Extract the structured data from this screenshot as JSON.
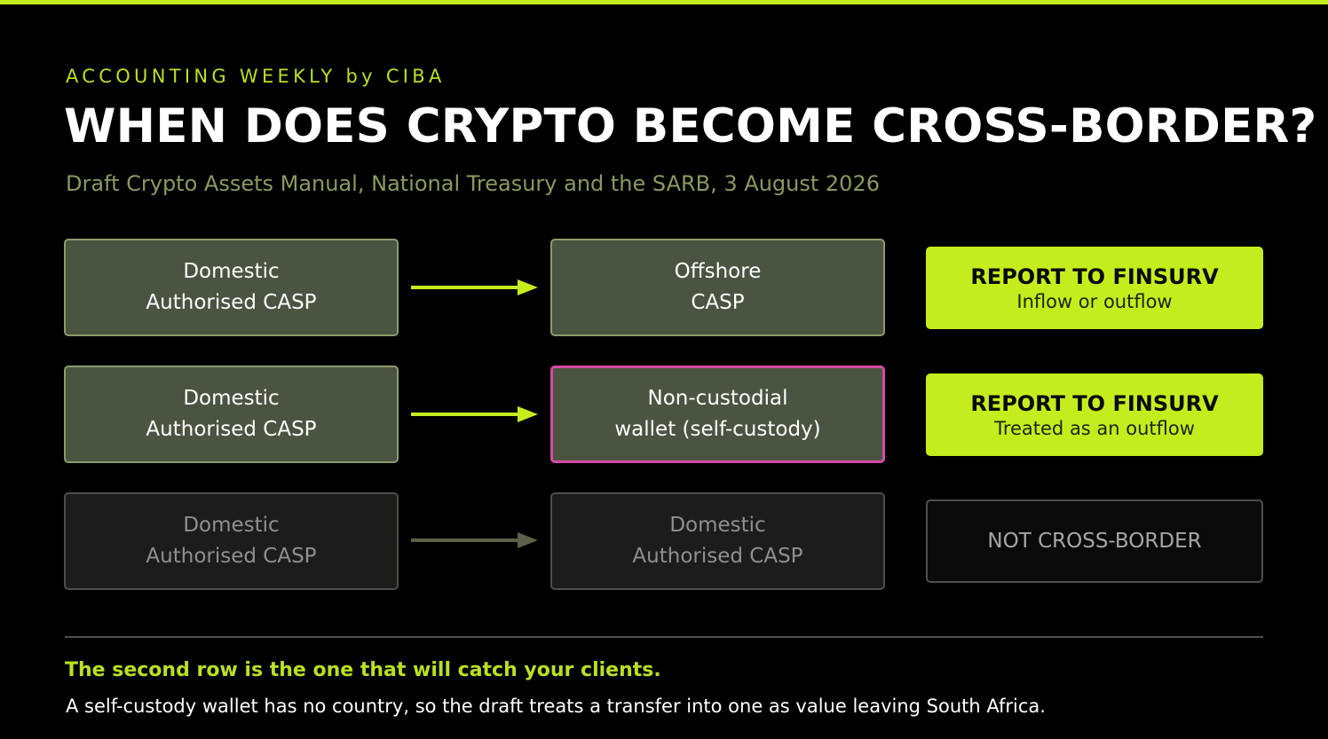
{
  "header": {
    "kicker": "ACCOUNTING WEEKLY by CIBA",
    "title": "WHEN DOES CRYPTO BECOME CROSS-BORDER?",
    "subtitle": "Draft Crypto Assets Manual, National Treasury and the SARB, 3 August 2026"
  },
  "rows": [
    {
      "from": {
        "line1": "Domestic",
        "line2": "Authorised CASP"
      },
      "to": {
        "line1": "Offshore",
        "line2": "CASP"
      },
      "result": {
        "heading": "REPORT TO FINSURV",
        "detail": "Inflow or outflow"
      }
    },
    {
      "from": {
        "line1": "Domestic",
        "line2": "Authorised CASP"
      },
      "to": {
        "line1": "Non-custodial",
        "line2": "wallet (self-custody)"
      },
      "result": {
        "heading": "REPORT TO FINSURV",
        "detail": "Treated as an outflow"
      }
    },
    {
      "from": {
        "line1": "Domestic",
        "line2": "Authorised CASP"
      },
      "to": {
        "line1": "Domestic",
        "line2": "Authorised CASP"
      },
      "result": {
        "heading": "NOT CROSS-BORDER"
      }
    }
  ],
  "footer": {
    "highlight": "The second row is the one that will catch your clients.",
    "body": "A self-custody wallet has no country, so the draft treats a transfer into one as value leaving South Africa."
  },
  "colors": {
    "accent": "#c5ed1e",
    "box_active": "#4a5440",
    "box_dim": "#1c1c1c",
    "alert_border": "#d64ba7",
    "background": "#000000"
  }
}
